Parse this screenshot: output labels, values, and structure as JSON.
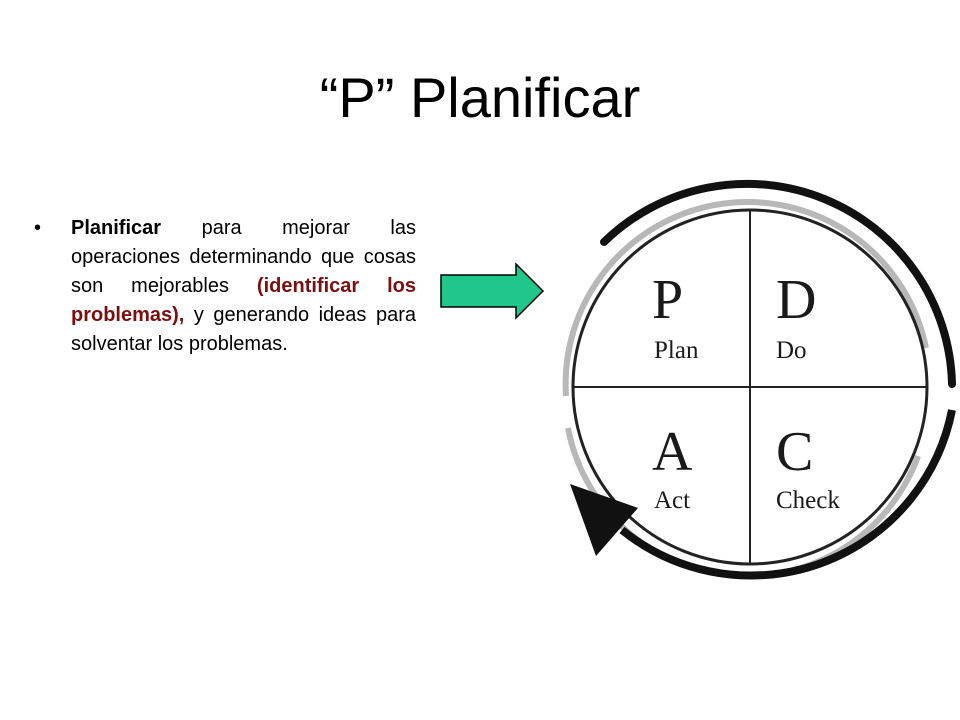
{
  "slide": {
    "title": "“P” Planificar",
    "bullet": {
      "marker": "•",
      "bold_lead": "Planificar",
      "text_1": " para mejorar las operaciones determinando que cosas son mejorables ",
      "highlight": "(identificar los problemas),",
      "text_2": " y generando ideas para solventar los problemas."
    }
  },
  "diagram": {
    "arrow_color": "#1fc88a",
    "quadrants": [
      {
        "letter": "P",
        "word": "Plan"
      },
      {
        "letter": "D",
        "word": "Do"
      },
      {
        "letter": "A",
        "word": "Act"
      },
      {
        "letter": "C",
        "word": "Check"
      }
    ]
  }
}
